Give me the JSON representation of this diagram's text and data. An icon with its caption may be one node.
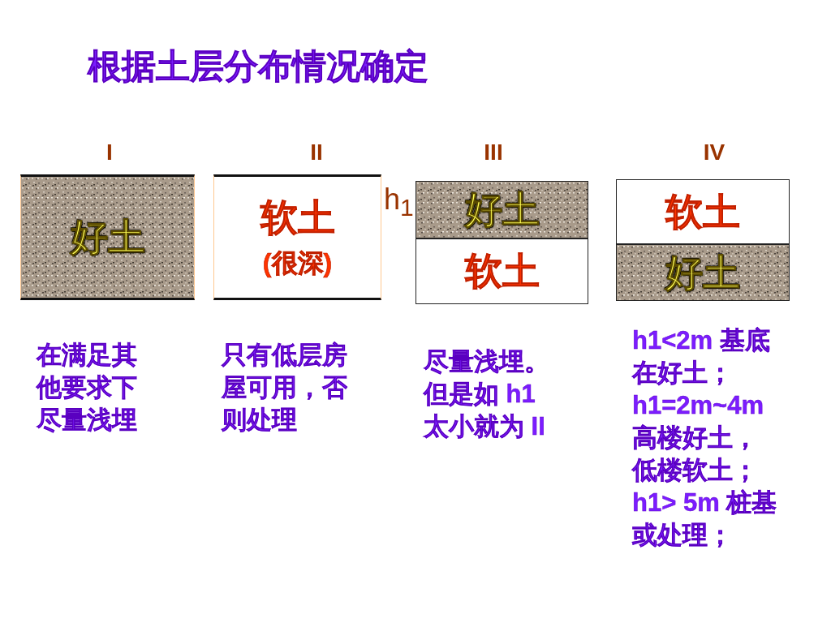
{
  "diagram": {
    "title": "根据土层分布情况确定",
    "nodes": [
      {
        "text": [
          "好土"
        ]
      },
      {
        "text": [
          "软土",
          "(很深)"
        ]
      },
      {
        "text": [
          "好土"
        ]
      },
      {
        "text": [
          "软土"
        ]
      },
      {
        "text": [
          "软土"
        ]
      },
      {
        "text": [
          "好土"
        ]
      }
    ],
    "labels": [
      "I",
      "II",
      "III",
      "IV",
      "h$_{1}$",
      "在满足其他要求下尽量浅埋",
      "只有低层房屋可用，否则处理",
      "尽量浅埋。但是如 h1 太小就为 II",
      "h1<2m 基底在好土；h1=2m~4m 高楼好土，低楼软土；h1> 5m 桩基或处理；"
    ]
  }
}
